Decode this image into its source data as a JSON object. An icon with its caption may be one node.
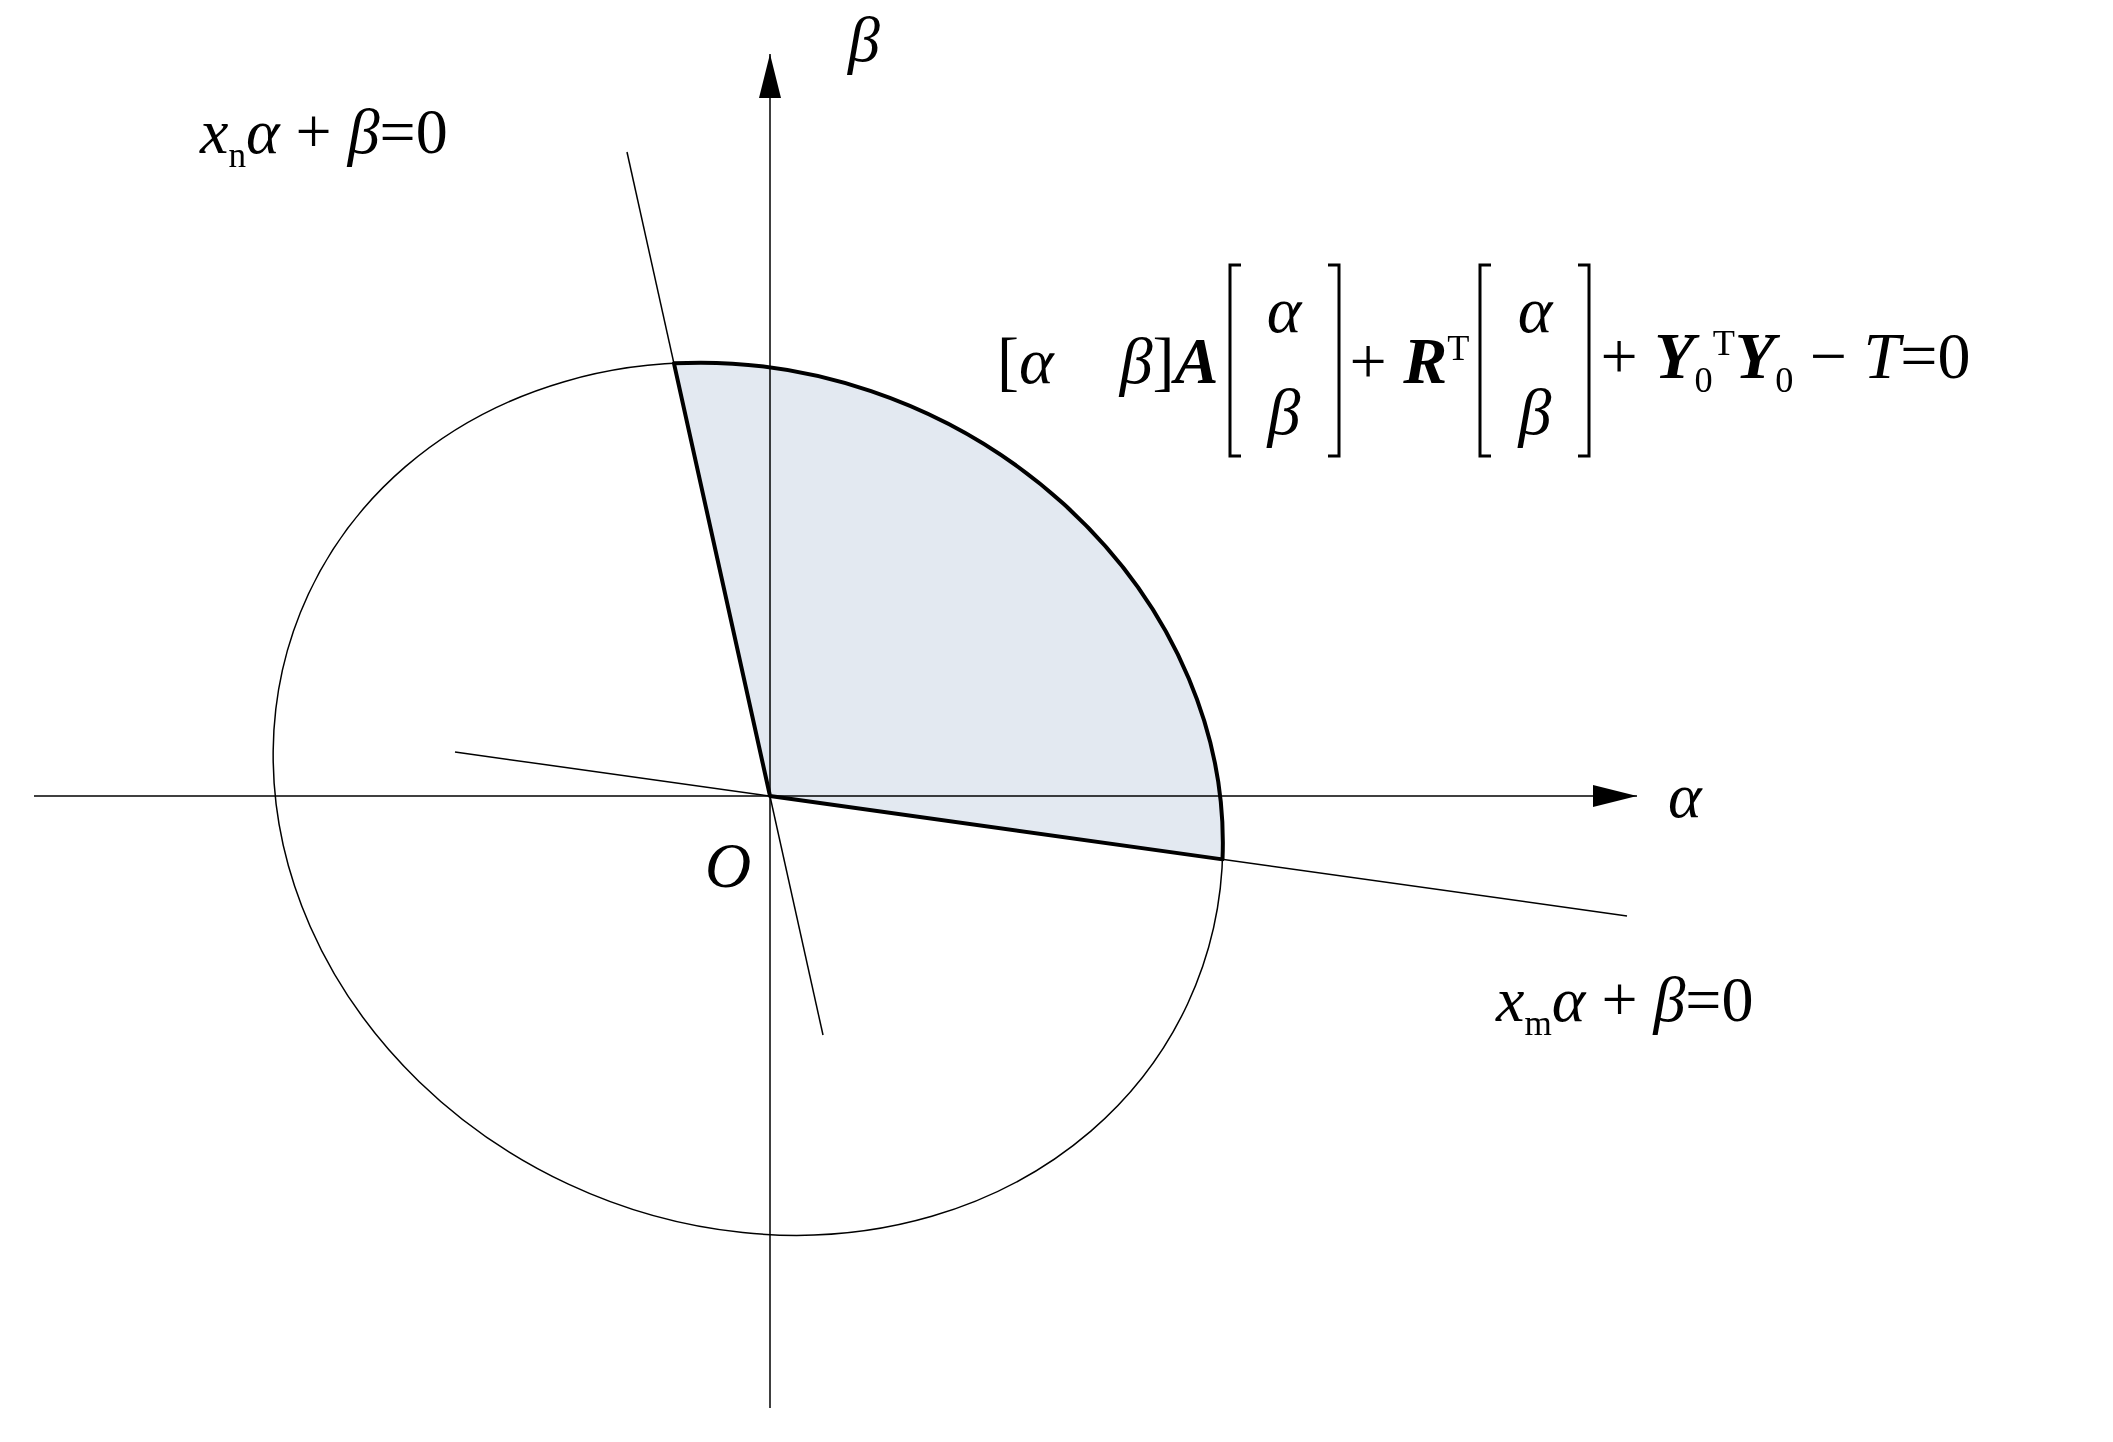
{
  "diagram": {
    "labels": [
      "β",
      "*x*$_{n}$*α* + *β*=0",
      "[*α*    *β*]**A**",
      "*α*",
      "*β*",
      "+ **R**$^{T}$",
      "*α*",
      "*β*",
      "+ **Y**$_{0}$$^{T}$**Y**$_{0}$ − *T*=0",
      "α",
      "O",
      "*x*$_{m}$*α* + *β*=0"
    ]
  }
}
